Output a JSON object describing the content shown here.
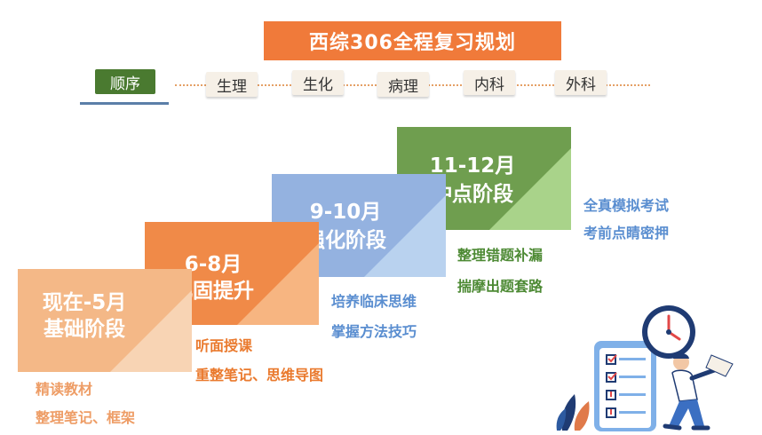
{
  "title": "西综306全程复习规划",
  "subjects": [
    "顺序",
    "生理",
    "生化",
    "病理",
    "内科",
    "外科"
  ],
  "stages": [
    {
      "period": "现在-5月",
      "name": "基础阶段",
      "tasks": [
        "精读教材",
        "整理笔记、框架"
      ],
      "color": "#f4b887",
      "text_color": "#ee9d66"
    },
    {
      "period": "6-8月",
      "name": "巩固提升",
      "tasks": [
        "听面授课",
        "重整笔记、思维导图"
      ],
      "color": "#f08a48",
      "text_color": "#ea7a2e"
    },
    {
      "period": "9-10月",
      "name": "强化阶段",
      "tasks": [
        "培养临床思维",
        "掌握方法技巧"
      ],
      "color": "#94b2e0",
      "text_color": "#5a8ed0"
    },
    {
      "period": "11-12月",
      "name": "冲点阶段",
      "tasks": [
        "整理错题补漏",
        "揣摩出题套路",
        "全真模拟考试",
        "考前点睛密押"
      ],
      "color": "#6f9e4f",
      "text_color": "#4d8a34"
    }
  ],
  "illustration": {
    "icons": [
      "clock-icon",
      "checklist-icon",
      "person-icon",
      "leaf-icon"
    ]
  }
}
